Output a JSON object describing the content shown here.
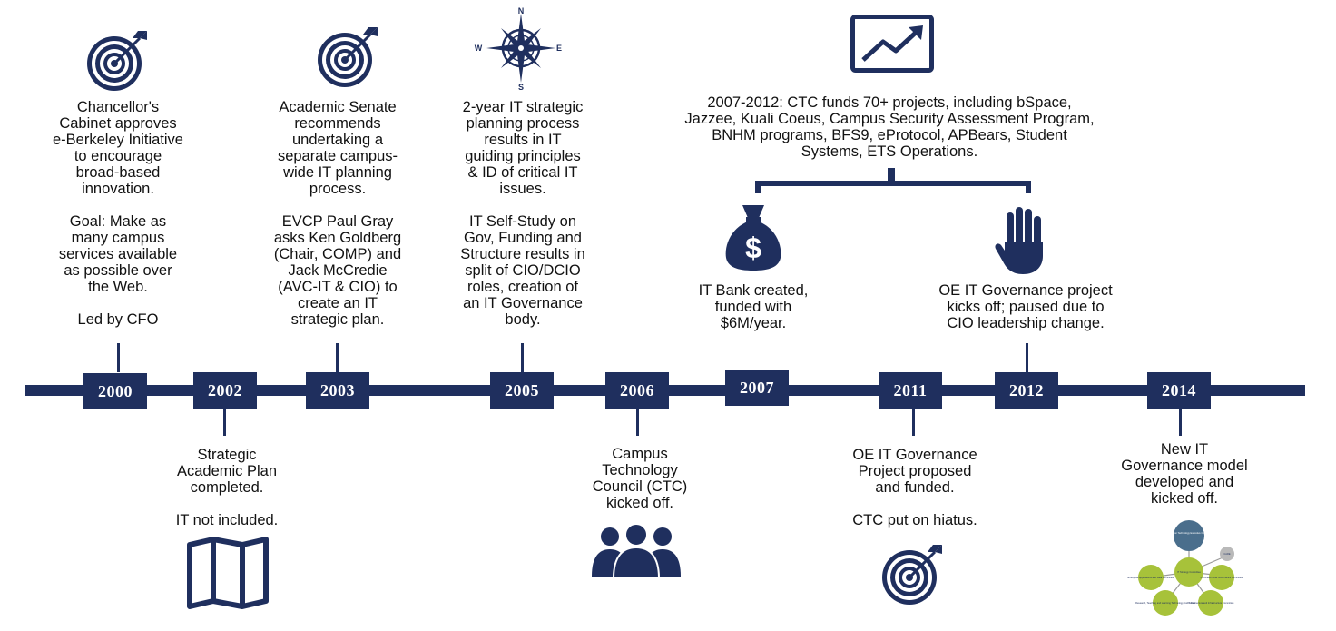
{
  "colors": {
    "navy": "#1f2f5e",
    "green": "#a7c23a",
    "slate": "#4a6e8c",
    "gray": "#b9b9b9"
  },
  "events": {
    "e2000": "Chancellor's\nCabinet approves\ne-Berkeley Initiative\nto encourage\nbroad-based\ninnovation.\n\nGoal: Make as\nmany campus\nservices available\nas possible over\nthe Web.\n\nLed by CFO",
    "e2002": "Strategic\nAcademic Plan\ncompleted.\n\nIT not included.",
    "e2003": "Academic Senate\nrecommends\nundertaking a\nseparate campus-\nwide IT planning\nprocess.\n\nEVCP Paul Gray\nasks Ken Goldberg\n(Chair, COMP) and\nJack McCredie\n(AVC-IT & CIO) to\ncreate  an IT\nstrategic plan.",
    "e2005": "2-year IT strategic\nplanning process\nresults in IT\nguiding principles\n& ID of critical IT\nissues.\n\nIT Self-Study on\nGov, Funding and\nStructure results in\nsplit of  CIO/DCIO\nroles,  creation of\nan IT Governance\nbody.",
    "e2006": "Campus\nTechnology\nCouncil (CTC)\nkicked off.",
    "e2007_projects": "2007-2012: CTC funds 70+ projects, including bSpace,\nJazzee, Kuali Coeus, Campus Security Assessment Program,\nBNHM programs, BFS9, eProtocol, APBears, Student\nSystems, ETS Operations.",
    "e2007": "IT Bank created,\nfunded with\n$6M/year.",
    "e2011": "OE IT Governance\nProject proposed\nand funded.\n\nCTC put on hiatus.",
    "e2012": "OE IT Governance project\nkicks off; paused due to\nCIO leadership change.",
    "e2014": "New IT\nGovernance model\ndeveloped and\nkicked off."
  },
  "years": [
    "2000",
    "2002",
    "2003",
    "2005",
    "2006",
    "2007",
    "2011",
    "2012",
    "2014"
  ],
  "compass": {
    "n": "N",
    "s": "S",
    "e": "E",
    "w": "W"
  },
  "icons": [
    "target-icon",
    "map-icon",
    "compass-icon",
    "people-icon",
    "growth-chart-icon",
    "money-bag-icon",
    "hand-icon",
    "org-chart-icon"
  ],
  "org_chart": {
    "top": "Information\nTechnology\nExecutive\nCommittee",
    "center": "IT Strategy\nCommittee",
    "side": "CARE",
    "left": "Enterprise\nApplications\nand Data\nCommittee",
    "right": "Information\nRisk\nGovernance\nCommittee",
    "bottom_left": "Research,\nTeaching and\nLearning\nTechnology\nCommittee",
    "bottom_right": "IT Architecture\nand\nInfrastructure\nCommittee"
  }
}
